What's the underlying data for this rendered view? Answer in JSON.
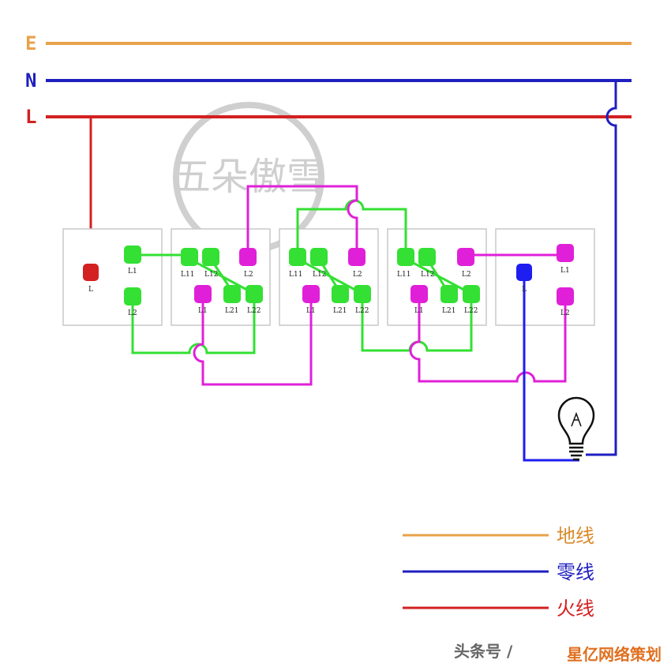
{
  "colors": {
    "earth": "#e8a24a",
    "neutral": "#1f1fc0",
    "live": "#d32020",
    "green": "#33e033",
    "magenta": "#e020d8",
    "neutral_term": "#1e1ef0",
    "box_stroke": "#c8c8c8"
  },
  "bus": {
    "E": "E",
    "N": "N",
    "L": "L"
  },
  "terminals": {
    "L": "L",
    "L1": "L1",
    "L2": "L2",
    "L11": "L11",
    "L12": "L12",
    "L21": "L21",
    "L22": "L22"
  },
  "legend": {
    "earth": "地线",
    "neutral": "零线",
    "live": "火线"
  },
  "watermark": "五朵傲雪",
  "footer": {
    "left": "头条号 / ",
    "brand": "星亿网络策划"
  }
}
